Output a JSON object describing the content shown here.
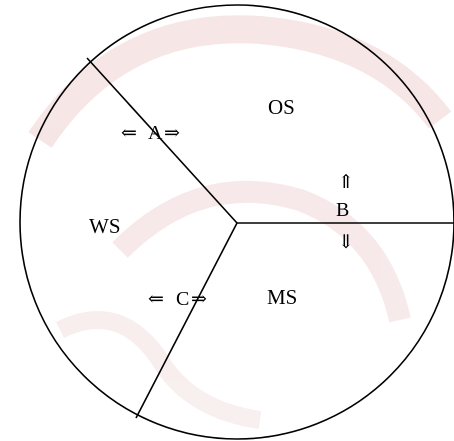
{
  "diagram": {
    "regions": {
      "os": "OS",
      "ws": "WS",
      "ms": "MS"
    },
    "boundaries": {
      "a": {
        "label": "A",
        "arrow_left": "⇐",
        "arrow_right": "⇒"
      },
      "b": {
        "label": "B",
        "arrow_up": "⇑",
        "arrow_down": "⇓"
      },
      "c": {
        "label": "C",
        "arrow_left": "⇐",
        "arrow_right": "⇒"
      }
    },
    "colors": {
      "line": "#000000",
      "background": "#ffffff",
      "watermark": "#e7b7b7"
    }
  }
}
